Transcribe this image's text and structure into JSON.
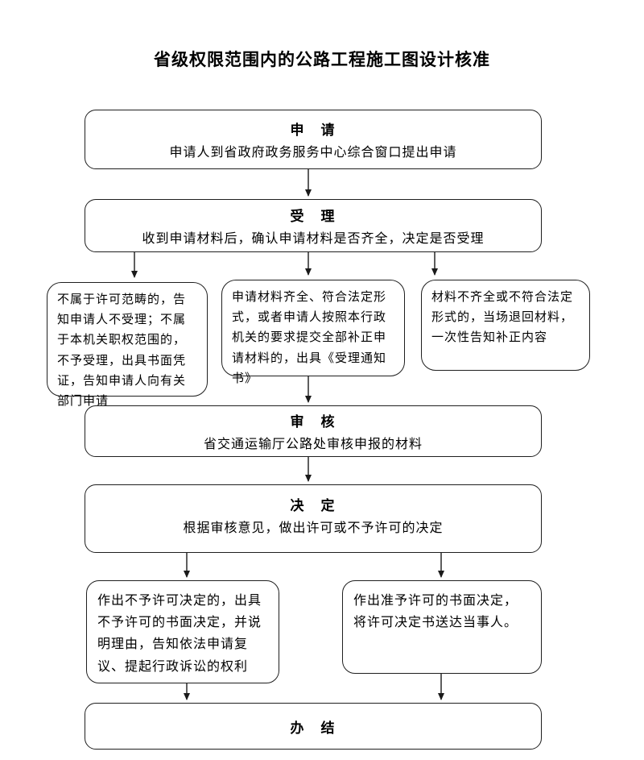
{
  "title": "省级权限范围内的公路工程施工图设计核准",
  "flowchart": {
    "stages": [
      {
        "id": "apply",
        "heading": "申　请",
        "body": "申请人到省政府政务服务中心综合窗口提出申请"
      },
      {
        "id": "accept",
        "heading": "受　理",
        "body": "收到申请材料后，确认申请材料是否齐全，决定是否受理"
      },
      {
        "id": "review",
        "heading": "审　核",
        "body": "省交通运输厅公路处审核申报的材料"
      },
      {
        "id": "decide",
        "heading": "决　定",
        "body": "根据审核意见，做出许可或不予许可的决定"
      },
      {
        "id": "finish",
        "heading": "办　结",
        "body": ""
      }
    ],
    "accept_branches": [
      {
        "text": "不属于许可范畴的，告知申请人不受理；不属于本机关职权范围的，不予受理，出具书面凭证，告知申请人向有关部门申请"
      },
      {
        "text": "申请材料齐全、符合法定形式，或者申请人按照本行政机关的要求提交全部补正申请材料的，出具《受理通知书》"
      },
      {
        "text": "材料不齐全或不符合法定形式的，当场退回材料，一次性告知补正内容"
      }
    ],
    "decision_branches": [
      {
        "text": "作出不予许可决定的，出具不予许可的书面决定，并说明理由，告知依法申请复议、提起行政诉讼的权利"
      },
      {
        "text": "作出准予许可的书面决定，将许可决定书送达当事人。"
      }
    ],
    "line_color": "#1a1a1a"
  }
}
